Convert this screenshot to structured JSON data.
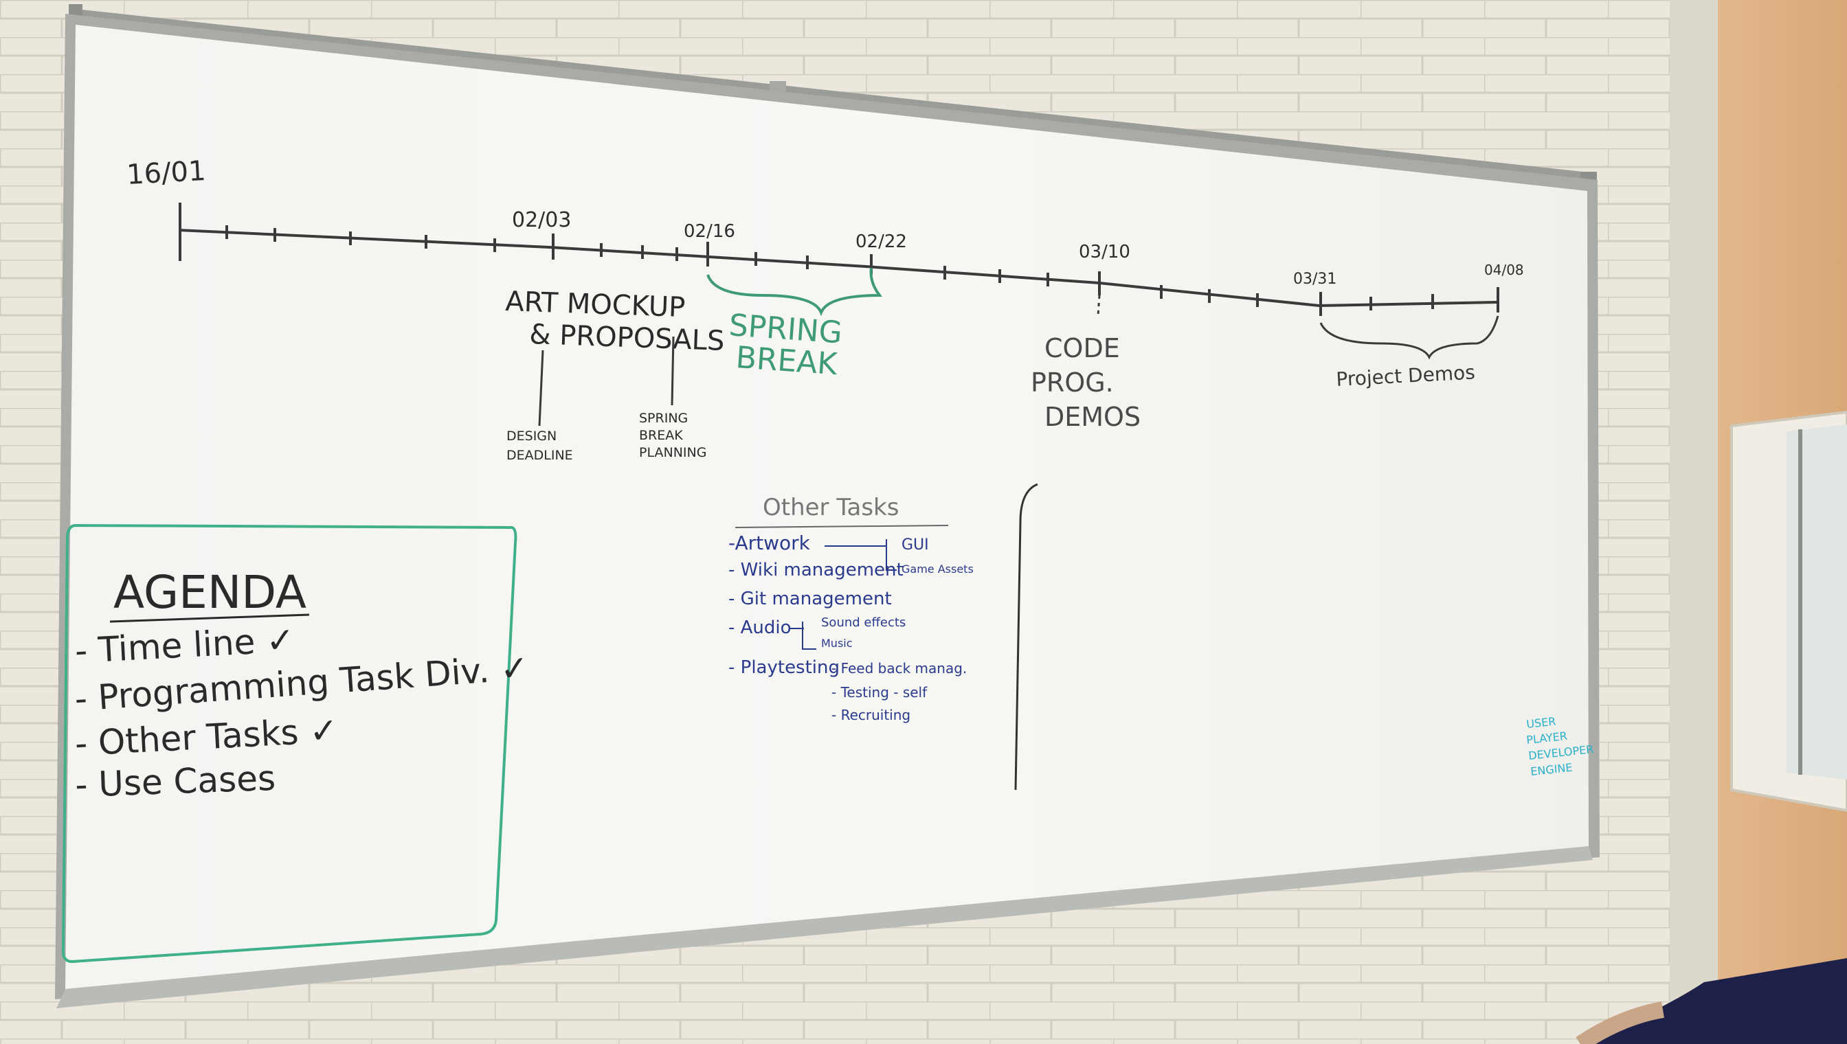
{
  "timeline": {
    "start": "16/01",
    "dates": [
      "02/03",
      "02/16",
      "02/22",
      "03/10",
      "03/31",
      "04/08"
    ],
    "art_mockup_line1": "ART MOCKUP",
    "art_mockup_line2": "& PROPOSALS",
    "spring_break_line1": "SPRING",
    "spring_break_line2": "BREAK",
    "design_line1": "DESIGN",
    "design_line2": "DEADLINE",
    "spring_plan_line1": "SPRING",
    "spring_plan_line2": "BREAK",
    "spring_plan_line3": "PLANNING",
    "code_line1": "CODE",
    "code_line2": "PROG.",
    "code_line3": "DEMOS",
    "project_demos": "Project Demos"
  },
  "agenda": {
    "title": "AGENDA",
    "items": [
      "- Time line ✓",
      "- Programming Task Div. ✓",
      "- Other  Tasks ✓",
      "- Use Cases"
    ]
  },
  "other_tasks": {
    "title": "Other Tasks",
    "artwork": "-Artwork",
    "gui": "GUI",
    "game_assets": "Game Assets",
    "wiki": "- Wiki management",
    "git": "- Git management",
    "audio": "- Audio",
    "sound_effects": "Sound effects",
    "music": "Music",
    "playtesting": "- Playtesting",
    "feedback": "- Feed back manag.",
    "testing_self": "- Testing - self",
    "recruiting": "- Recruiting"
  },
  "side_note": [
    "USER",
    "PLAYER",
    "DEVELOPER",
    "ENGINE"
  ],
  "colors": {
    "ink_black": "#2a2a2a",
    "ink_green": "#3f9a78",
    "ink_blue": "#2a3a8c",
    "ink_teal": "#2ab0c8"
  }
}
